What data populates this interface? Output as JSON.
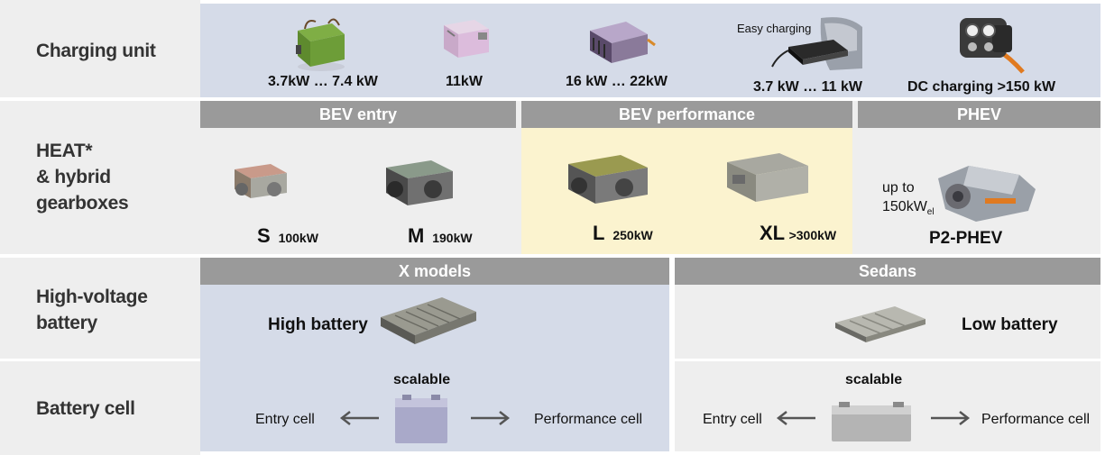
{
  "rows": {
    "charging": "Charging unit",
    "heat_line1": "HEAT*",
    "heat_line2": "& hybrid",
    "heat_line3": "gearboxes",
    "battery_line1": "High-voltage",
    "battery_line2": "battery",
    "cell": "Battery cell"
  },
  "charging": {
    "units": [
      "3.7kW … 7.4 kW",
      "11kW",
      "16 kW … 22kW",
      "3.7 kW … 11 kW",
      "DC charging >150 kW"
    ],
    "easy_label": "Easy charging"
  },
  "heat": {
    "headers": {
      "entry": "BEV entry",
      "performance": "BEV performance",
      "phev": "PHEV"
    },
    "sizes": [
      {
        "size": "S",
        "power": "100kW"
      },
      {
        "size": "M",
        "power": "190kW"
      },
      {
        "size": "L",
        "power": "250kW"
      },
      {
        "size": "XL",
        "power": ">300kW"
      }
    ],
    "phev_upto": "up to",
    "phev_power": "150kW",
    "phev_sub": "el",
    "phev_name": "P2-PHEV"
  },
  "battery": {
    "headers": {
      "x": "X models",
      "sedans": "Sedans"
    },
    "high": "High battery",
    "low": "Low battery"
  },
  "cell": {
    "scalable": "scalable",
    "entry": "Entry cell",
    "performance": "Performance cell"
  },
  "colors": {
    "blue_panel": "#d5dbe8",
    "gray_panel": "#eeeeee",
    "yellow_panel": "#fbf3cf",
    "header_gray": "#9a9a9a"
  }
}
